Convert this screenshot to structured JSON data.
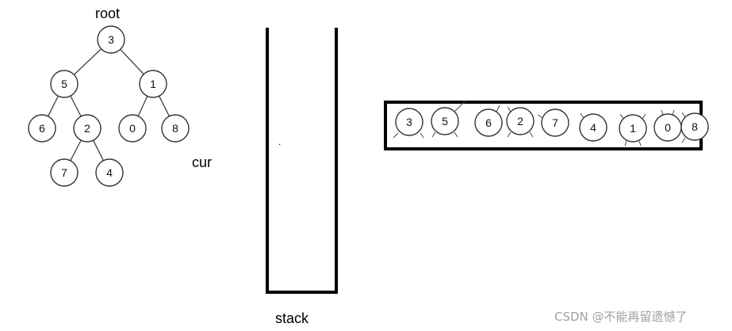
{
  "labels": {
    "root": "root",
    "cur": "cur",
    "stack": "stack",
    "dot": "."
  },
  "tree": {
    "nodes": [
      {
        "id": "n3",
        "value": "3"
      },
      {
        "id": "n5",
        "value": "5"
      },
      {
        "id": "n1",
        "value": "1"
      },
      {
        "id": "n6",
        "value": "6"
      },
      {
        "id": "n2",
        "value": "2"
      },
      {
        "id": "n0",
        "value": "0"
      },
      {
        "id": "n8",
        "value": "8"
      },
      {
        "id": "n7",
        "value": "7"
      },
      {
        "id": "n4",
        "value": "4"
      }
    ],
    "edges": [
      [
        "n3",
        "n5"
      ],
      [
        "n3",
        "n1"
      ],
      [
        "n5",
        "n6"
      ],
      [
        "n5",
        "n2"
      ],
      [
        "n1",
        "n0"
      ],
      [
        "n1",
        "n8"
      ],
      [
        "n2",
        "n7"
      ],
      [
        "n2",
        "n4"
      ]
    ]
  },
  "sequence": [
    "3",
    "5",
    "6",
    "2",
    "7",
    "4",
    "1",
    "0",
    "8"
  ],
  "watermark": "CSDN @不能再留遗憾了",
  "colors": {
    "stroke": "#333333",
    "box": "#000000",
    "watermark": "#a0a0a0"
  }
}
